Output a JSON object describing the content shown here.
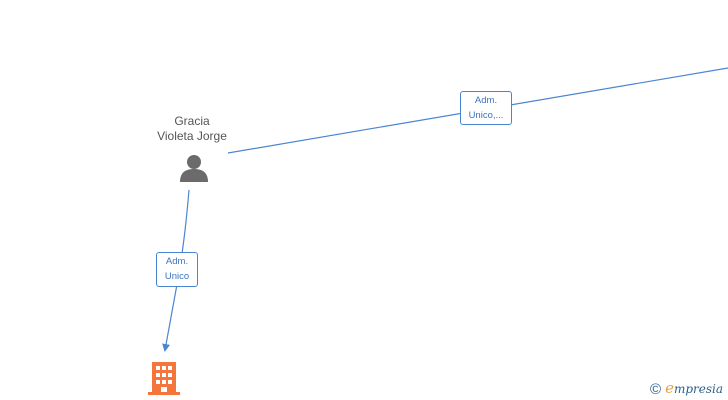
{
  "nodes": {
    "person": {
      "name_line1": "Gracia",
      "name_line2": "Violeta Jorge",
      "icon": "person-icon"
    },
    "company": {
      "icon": "building-icon",
      "color": "#f4763c"
    }
  },
  "edges": [
    {
      "label_line1": "Adm.",
      "label_line2": "Unico,..."
    },
    {
      "label_line1": "Adm.",
      "label_line2": "Unico"
    }
  ],
  "watermark": {
    "copyright_symbol": "©",
    "brand_initial": "e",
    "brand_rest": "mpresia"
  },
  "colors": {
    "edge": "#4a86d0",
    "person_icon": "#6b6b6b",
    "company_icon": "#f4763c"
  }
}
